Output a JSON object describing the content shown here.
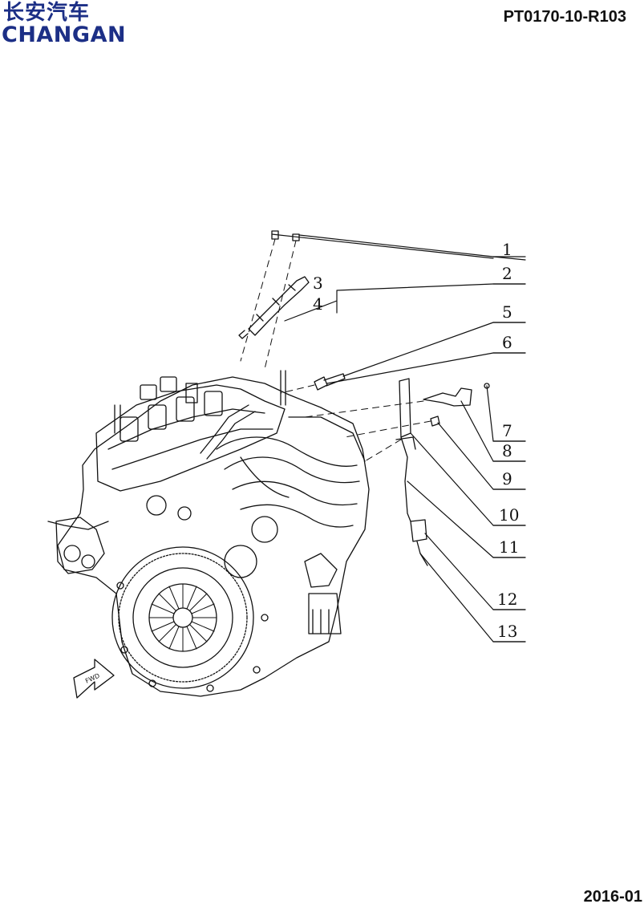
{
  "header": {
    "brand_cn": "长安汽车",
    "brand_en": "CHANGAN",
    "doc_number": "PT0170-10-R103"
  },
  "footer": {
    "date": "2016-01"
  },
  "diagram": {
    "callouts": [
      "1",
      "2",
      "3",
      "4",
      "5",
      "6",
      "7",
      "8",
      "9",
      "10",
      "11",
      "12",
      "13"
    ],
    "fwd_label": "FWD"
  },
  "colors": {
    "brand": "#1c2f86",
    "line": "#111111"
  }
}
